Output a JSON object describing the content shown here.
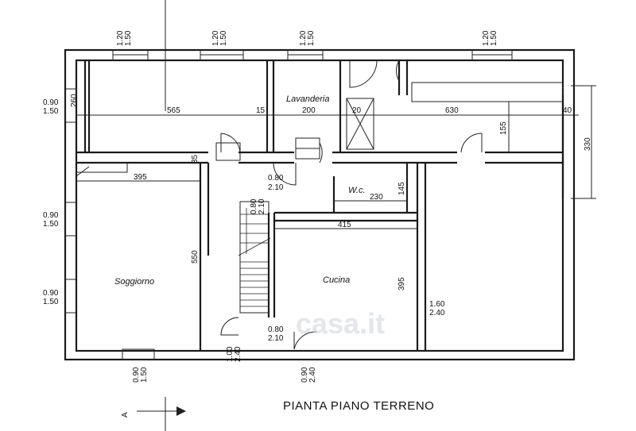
{
  "title": "PIANTA PIANO TERRENO",
  "watermark": "casa.it",
  "section_marker": "A",
  "rooms": {
    "lavanderia": "Lavanderia",
    "wc": "W.c.",
    "soggiorno": "Soggiorno",
    "cucina": "Cucina"
  },
  "dimensions": {
    "d565": "565",
    "d15": "15",
    "d200": "200",
    "d20": "20",
    "d630": "630",
    "d40": "40",
    "d260": "260",
    "d155": "155",
    "d330": "330",
    "d35": "35",
    "d395a": "395",
    "d145": "145",
    "d230": "230",
    "d415": "415",
    "d550": "550",
    "d395b": "395"
  },
  "openings": {
    "top1": [
      "1.20",
      "1.50"
    ],
    "top2": [
      "1.20",
      "1.50"
    ],
    "top3": [
      "1.20",
      "1.50"
    ],
    "top4": [
      "1.20",
      "1.50"
    ],
    "left_upper": [
      "0.90",
      "1.50"
    ],
    "left_mid": [
      "0.90",
      "1.50"
    ],
    "left_low": [
      "0.90",
      "1.50"
    ],
    "bottom_left": [
      "0.90",
      "1.50"
    ],
    "door_inner_top": [
      "0.80",
      "2.10"
    ],
    "door_inner_bottom": [
      "0.80",
      "2.10"
    ],
    "door_entry": [
      "1.00",
      "2.40"
    ],
    "door_bottom": [
      "0.90",
      "2.40"
    ],
    "door_right": [
      "1.60",
      "2.40"
    ],
    "stair_small": [
      "0.80",
      "2.10"
    ]
  }
}
